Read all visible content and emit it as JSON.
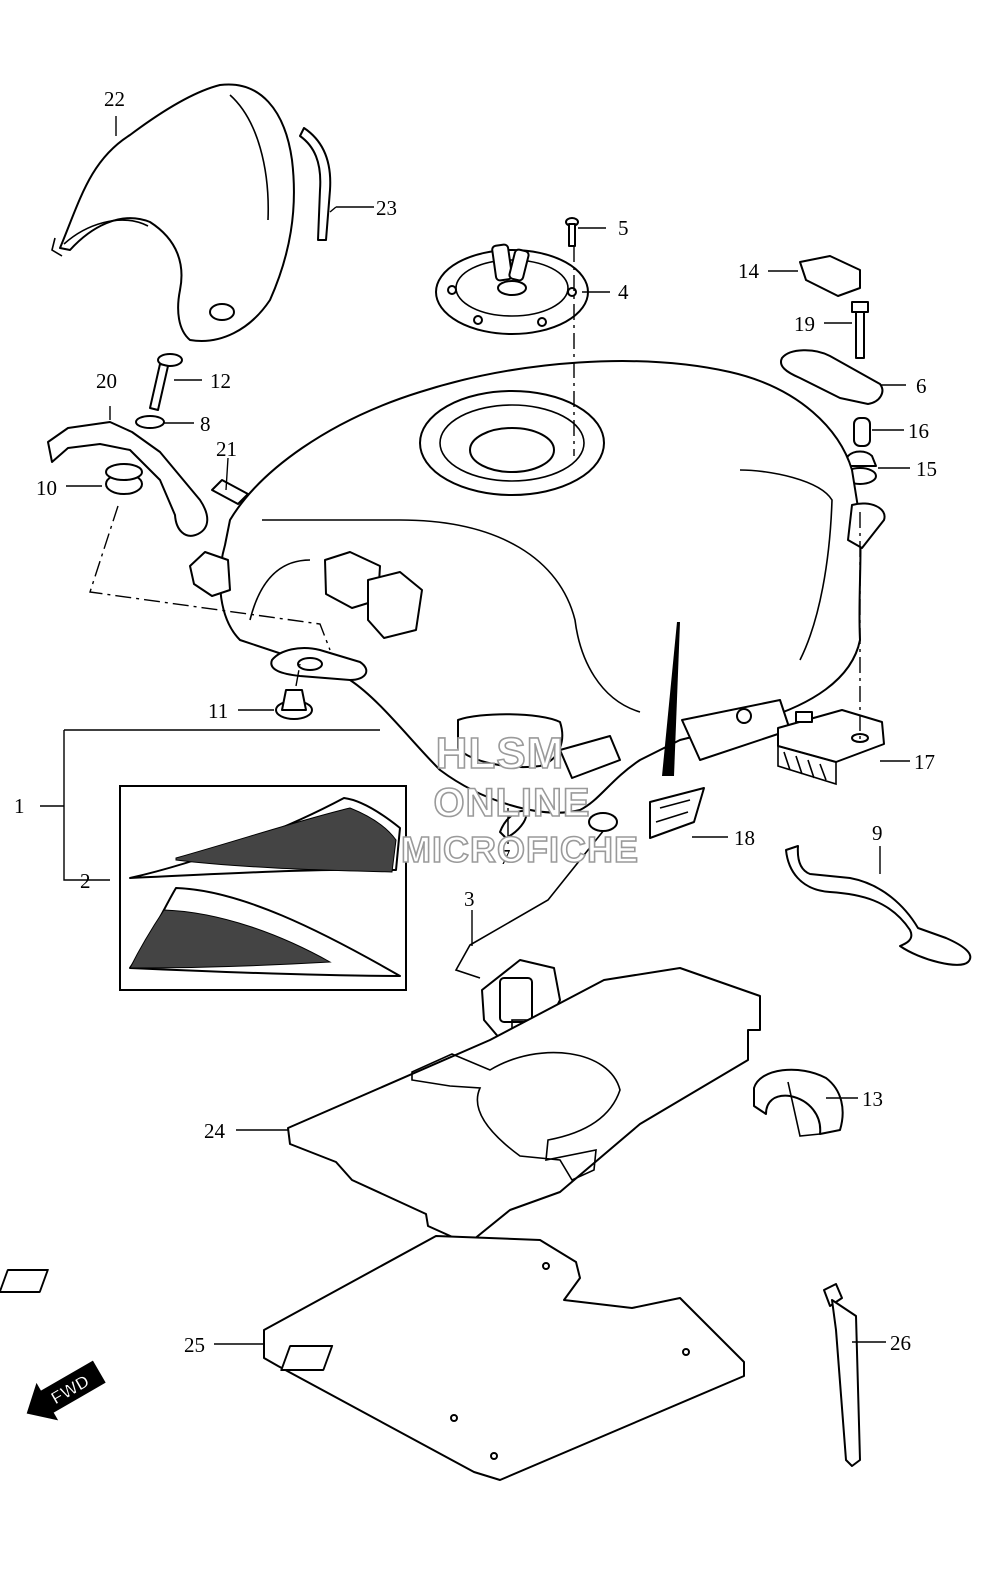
{
  "callouts": {
    "c1": "1",
    "c2": "2",
    "c3": "3",
    "c4": "4",
    "c5": "5",
    "c6": "6",
    "c7": "7",
    "c8": "8",
    "c9": "9",
    "c10": "10",
    "c11": "11",
    "c12": "12",
    "c13": "13",
    "c14": "14",
    "c15": "15",
    "c16": "16",
    "c17": "17",
    "c18": "18",
    "c19": "19",
    "c20": "20",
    "c21": "21",
    "c22": "22",
    "c23": "23",
    "c24": "24",
    "c25": "25",
    "c26": "26"
  },
  "watermark": {
    "line1": "HLSM",
    "line2": "ONLINE",
    "line3": "MICROFICHE"
  },
  "fwd_arrow": {
    "label": "FWD",
    "icon": "fwd-arrow-icon"
  }
}
